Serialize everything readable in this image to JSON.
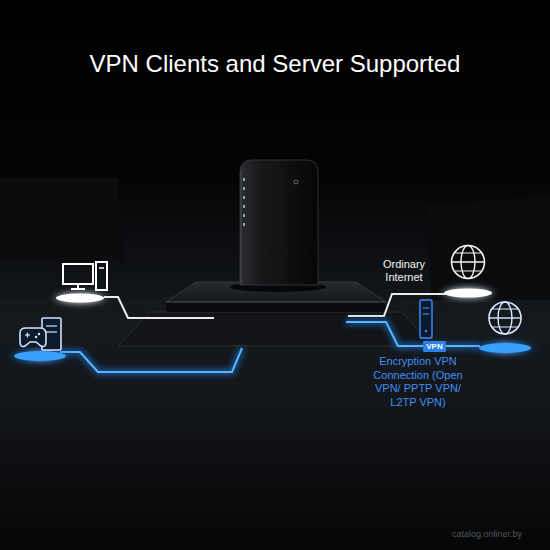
{
  "diagram": {
    "title": "VPN Clients and Server Supported",
    "nodes": [
      {
        "text": [
          "Ordinary Internet"
        ]
      },
      {
        "text": [
          "VPN",
          "Encryption VPN Connection (Open VPN/ PPTP VPN/ L2TP VPN)"
        ]
      }
    ],
    "labels": [
      "catalog.onliner.by"
    ]
  }
}
